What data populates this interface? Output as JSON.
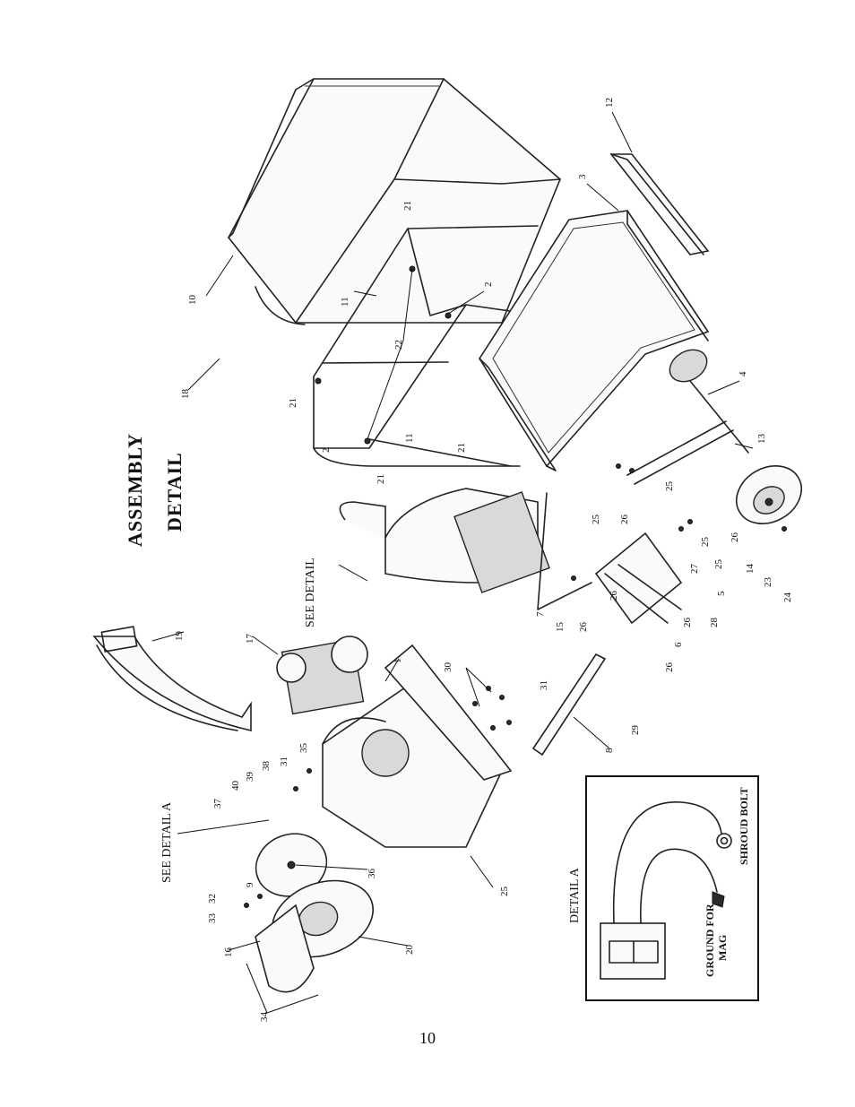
{
  "diagram": {
    "title_line1": "ASSEMBLY",
    "title_line2": "DETAIL",
    "see_detail": "SEE DETAIL",
    "see_detail_a": "SEE DETAIL A",
    "detail_a": {
      "title": "DETAIL A",
      "shroud_bolt": "SHROUD BOLT",
      "ground_line1": "GROUND FOR",
      "ground_line2": "MAG"
    },
    "callouts": [
      "1",
      "2",
      "2",
      "3",
      "4",
      "5",
      "6",
      "7",
      "8",
      "9",
      "10",
      "11",
      "11",
      "12",
      "13",
      "14",
      "15",
      "16",
      "17",
      "18",
      "19",
      "20",
      "21",
      "21",
      "21",
      "21",
      "22",
      "23",
      "24",
      "25",
      "25",
      "25",
      "25",
      "25",
      "26",
      "26",
      "26",
      "26",
      "26",
      "26",
      "27",
      "28",
      "29",
      "30",
      "31",
      "31",
      "32",
      "33",
      "34",
      "35",
      "36",
      "37",
      "38",
      "39",
      "40"
    ]
  },
  "page_number": "10"
}
